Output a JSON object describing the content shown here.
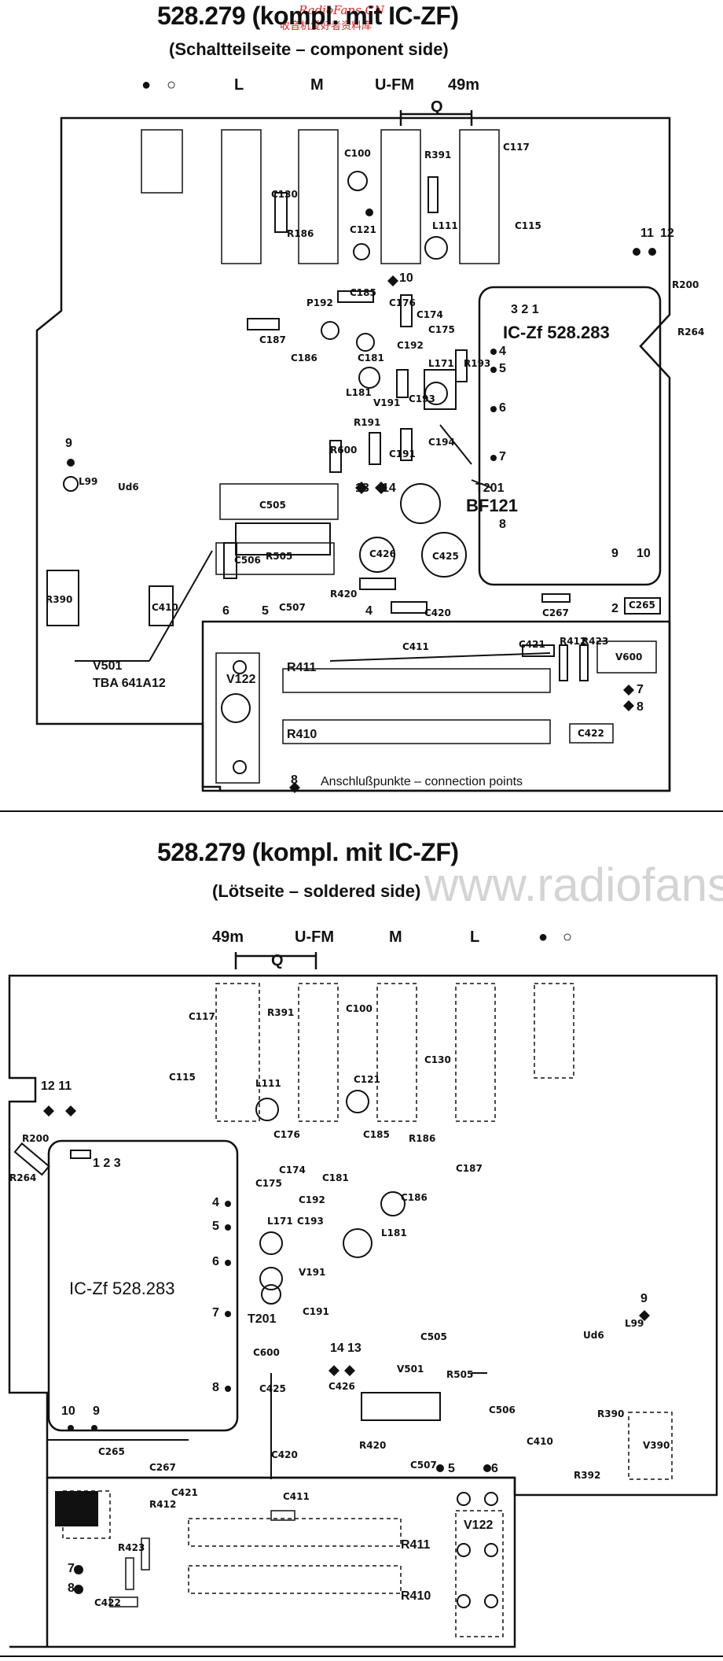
{
  "watermark": {
    "site": "RadioFans.CN",
    "site_cn": "收音机爱好者资料库",
    "site_faint": "www.radiofans"
  },
  "top": {
    "title": "528.279 (kompl. mit IC-ZF)",
    "subtitle": "(Schaltteilseite – component side)",
    "bands": [
      "L",
      "M",
      "U-FM",
      "49m"
    ],
    "q_label": "Q",
    "ic_label": "IC-Zf 528.283",
    "ic_pins": [
      "3",
      "2",
      "1",
      "4",
      "5",
      "6",
      "7",
      "8",
      "9",
      "10"
    ],
    "points": [
      "11",
      "12",
      "9",
      "10",
      "13",
      "14",
      "6",
      "5",
      "4",
      "2",
      "7",
      "8"
    ],
    "components": [
      "C100",
      "R391",
      "C117",
      "C115",
      "C130",
      "R186",
      "C121",
      "L111",
      "R200",
      "R264",
      "P192",
      "C185",
      "C176",
      "C174",
      "C175",
      "C187",
      "C186",
      "C181",
      "C192",
      "L181",
      "L171",
      "R193",
      "R191",
      "C193",
      "V191",
      "C194",
      "C191",
      "R600",
      "L99",
      "Ud6",
      "C505",
      "T201",
      "BF121",
      "C506",
      "R505",
      "C426",
      "C425",
      "R420",
      "C420",
      "C507",
      "C267",
      "C265",
      "R390",
      "C410",
      "C411",
      "C421",
      "R412",
      "R423",
      "V600",
      "R411",
      "R410",
      "C422",
      "V122"
    ],
    "v501": "V501",
    "tba": "TBA 641A12",
    "legend": "Anschlußpunkte – connection points",
    "legend_num": "8"
  },
  "bottom": {
    "title": "528.279 (kompl. mit IC-ZF)",
    "subtitle": "(Lötseite – soldered side)",
    "bands": [
      "49m",
      "U-FM",
      "M",
      "L"
    ],
    "q_label": "Q",
    "ic_label": "IC-Zf 528.283",
    "components": [
      "C117",
      "R391",
      "C100",
      "C130",
      "C115",
      "L111",
      "C121",
      "R186",
      "R200",
      "R264",
      "C176",
      "C185",
      "C174",
      "C175",
      "C181",
      "C187",
      "C192",
      "C186",
      "L171",
      "C193",
      "L181",
      "C191",
      "V191",
      "T201",
      "C600",
      "C505",
      "V501",
      "R505",
      "C506",
      "C425",
      "C426",
      "R420",
      "C420",
      "C267",
      "C265",
      "C507",
      "C410",
      "R390",
      "V390",
      "R392",
      "L99",
      "Ud6",
      "C421",
      "C411",
      "R412",
      "R423",
      "C422",
      "R411",
      "R410",
      "V122"
    ]
  }
}
